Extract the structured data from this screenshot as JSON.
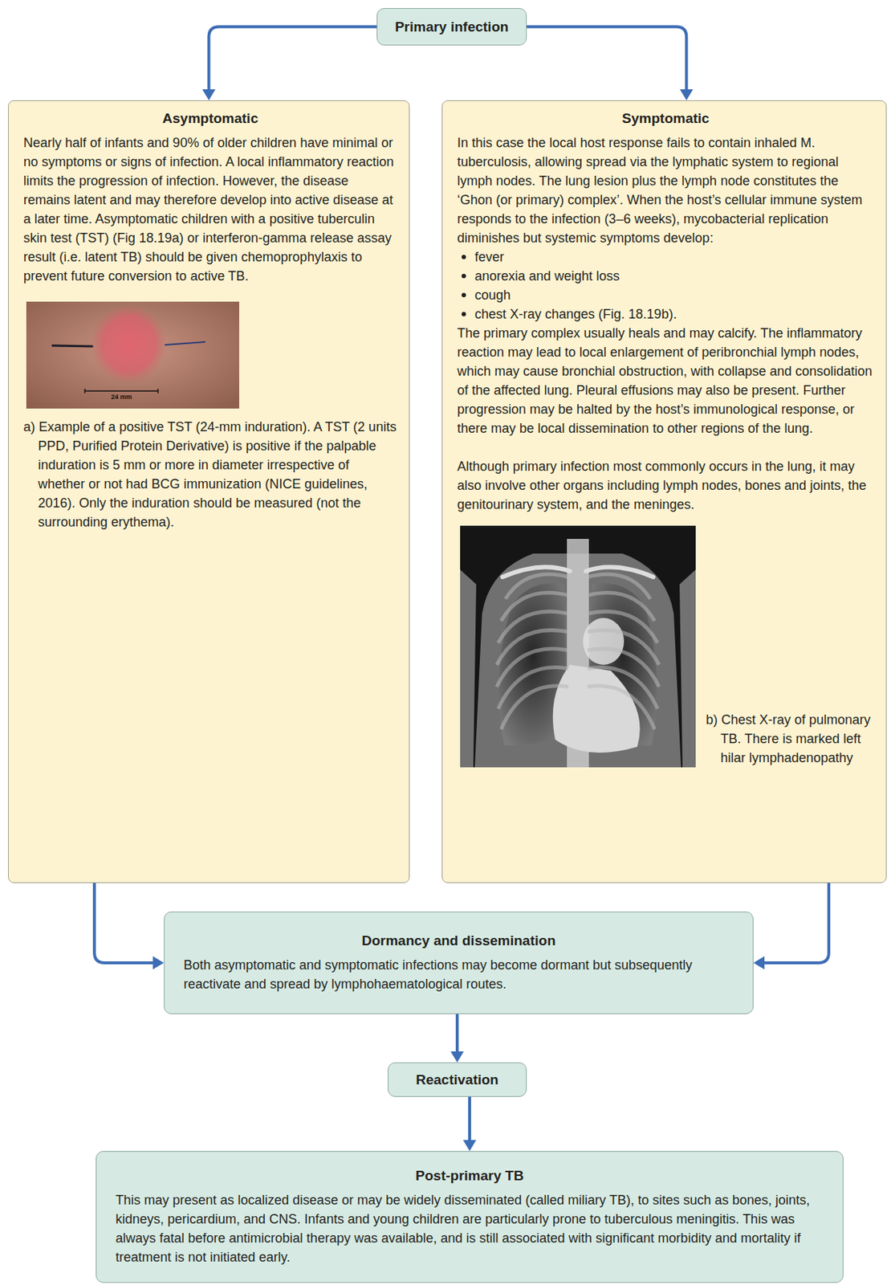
{
  "diagram": {
    "nodes": [
      {
        "text": [
          "Primary infection"
        ]
      },
      {
        "text": [
          "Asymptomatic",
          "Nearly half of infants and 90% of older children have minimal or no symptoms or signs of infection. A local inflammatory reaction limits the progression of infection. However, the disease remains latent and may therefore develop into active disease at a later time. Asymptomatic children with a positive tuberculin skin test (TST) (Fig 18.19a) or interferon-gamma release assay result (i.e. latent TB) should be given chemoprophylaxis to prevent future conversion to active TB.",
          "a) Example of a positive TST (24-mm induration). A TST (2 units PPD, Purified Protein Derivative) is positive if the palpable induration is 5 mm or more in diameter irrespective of whether or not had BCG immunization (NICE guidelines, 2016). Only the induration should be measured (not the surrounding erythema)."
        ]
      },
      {
        "text": [
          "Symptomatic",
          "In this case the local host response fails to contain inhaled M. tuberculosis, allowing spread via the lymphatic system to regional lymph nodes. The lung lesion plus the lymph node constitutes the ‘Ghon (or primary) complex’. When the host’s cellular immune system responds to the infection (3–6 weeks), mycobacterial replication diminishes but systemic symptoms develop:",
          "fever",
          "anorexia and weight loss",
          "cough",
          "chest X-ray changes (Fig. 18.19b).",
          "The primary complex usually heals and may calcify. The inflammatory reaction may lead to local enlargement of peribronchial lymph nodes, which may cause bronchial obstruction, with collapse and consolidation of the affected lung. Pleural effusions may also be present. Further progression may be halted by the host’s immunological response, or there may be local dissemination to other regions of the lung.",
          "Although primary infection most commonly occurs in the lung, it may also involve other organs including lymph nodes, bones and joints, the genitourinary system, and the meninges.",
          "b) Chest X-ray of pulmonary TB. There is marked left hilar lymphadenopathy"
        ]
      },
      {
        "text": [
          "Dormancy and dissemination",
          "Both asymptomatic and symptomatic infections may become dormant but subsequently reactivate and spread by lymphohaematological routes."
        ]
      },
      {
        "text": [
          "Reactivation"
        ]
      },
      {
        "text": [
          "Post-primary TB",
          "This may present as localized disease or may be widely disseminated (called miliary TB), to sites such as bones, joints, kidneys, pericardium, and CNS. Infants and young children are particularly prone to tuberculous meningitis. This was always fatal before antimicrobial therapy was available, and is still associated with significant morbidity and mortality if treatment is not initiated early."
        ]
      }
    ],
    "edges": [
      {
        "from": 0,
        "to": 1,
        "arrow": "to"
      },
      {
        "from": 0,
        "to": 2,
        "arrow": "to"
      },
      {
        "from": 1,
        "to": 3,
        "arrow": "to"
      },
      {
        "from": 2,
        "to": 3,
        "arrow": "to"
      },
      {
        "from": 3,
        "to": 4,
        "arrow": "to"
      },
      {
        "from": 4,
        "to": 5,
        "arrow": "to"
      }
    ],
    "labels": [
      "24 mm"
    ]
  }
}
